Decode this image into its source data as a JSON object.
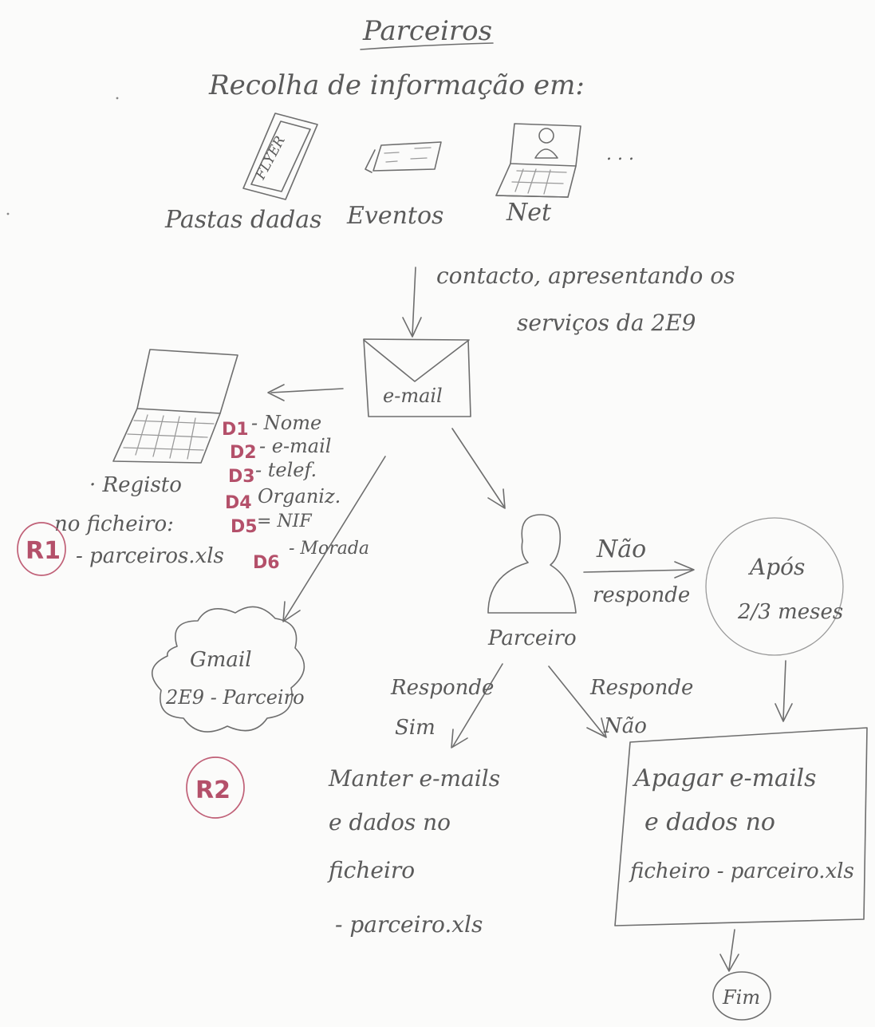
{
  "title": "Parceiros",
  "subtitle": "Recolha de informação em:",
  "sources": {
    "flyer_label": "FLYER",
    "source1": "Pastas dadas",
    "source2": "Eventos",
    "source3": "Net",
    "ellipsis": ". . ."
  },
  "contact_note": {
    "line1": "contacto, apresentando os",
    "line2": "serviços da 2E9"
  },
  "email_label": "e-mail",
  "register": {
    "line1": "· Registo",
    "line2": "no ficheiro:",
    "line3": "- parceiros.xls"
  },
  "fields": [
    {
      "code": "D1",
      "name": "- Nome"
    },
    {
      "code": "D2",
      "name": "- e-mail"
    },
    {
      "code": "D3",
      "name": "- telef."
    },
    {
      "code": "D4",
      "name": "Organiz."
    },
    {
      "code": "D5",
      "name": "= NIF"
    },
    {
      "code": "D6",
      "name": "- Morada"
    }
  ],
  "r1": "R1",
  "r2": "R2",
  "gmail": {
    "line1": "Gmail",
    "line2": "2E9 - Parceiro"
  },
  "partner_label": "Parceiro",
  "no_response": {
    "above": "Não",
    "below": "responde"
  },
  "after": {
    "line1": "Após",
    "line2": "2/3 meses"
  },
  "yes_branch": {
    "label1": "Responde",
    "label2": "Sim",
    "action1": "Manter e-mails",
    "action2": "e dados no",
    "action3": "ficheiro",
    "action4": "- parceiro.xls"
  },
  "no_branch": {
    "label1": "Responde",
    "label2": "Não",
    "action1": "Apagar e-mails",
    "action2": "e dados no",
    "action3": "ficheiro - parceiro.xls"
  },
  "end": "Fim"
}
